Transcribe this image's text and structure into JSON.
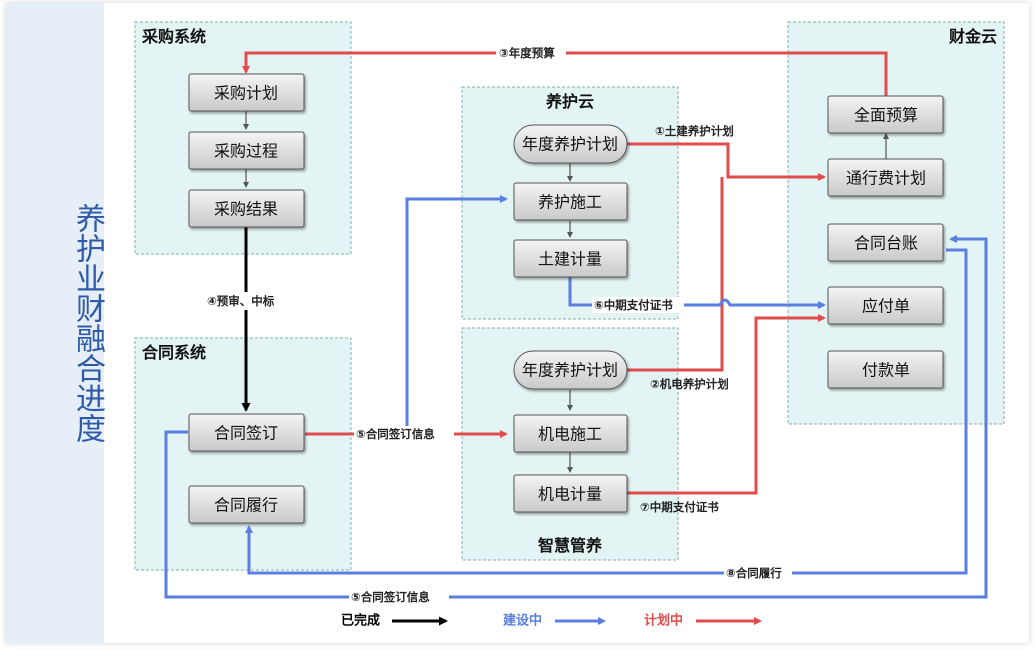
{
  "side_title": "养护业财融合进度",
  "groups": {
    "procurement": "采购系统",
    "contract": "合同系统",
    "maintenance_cloud": "养护云",
    "smart_maintenance": "智慧管养",
    "finance_cloud": "财金云"
  },
  "boxes": {
    "plan": "采购计划",
    "process": "采购过程",
    "result": "采购结果",
    "sign": "合同签订",
    "perform": "合同履行",
    "annual_plan_1": "年度养护计划",
    "construction": "养护施工",
    "civil_measure": "土建计量",
    "annual_plan_2": "年度养护计划",
    "mech_construction": "机电施工",
    "mech_measure": "机电计量",
    "budget": "全面预算",
    "toll_plan": "通行费计划",
    "ledger": "合同台账",
    "payable": "应付单",
    "payment": "付款单"
  },
  "flows": {
    "f1": "①土建养护计划",
    "f2": "②机电养护计划",
    "f3": "③年度预算",
    "f4": "④预审、中标",
    "f5a": "⑤合同签订信息",
    "f5b": "⑤合同签订信息",
    "f6": "⑥中期支付证书",
    "f7": "⑦中期支付证书",
    "f8": "⑧合同履行"
  },
  "legend": {
    "done": "已完成",
    "building": "建设中",
    "planning": "计划中"
  },
  "colors": {
    "done": "#000000",
    "building": "#5b7fe0",
    "planning": "#e04b4b",
    "side_text": "#2f5aa8",
    "group_fill": "#e3f4f4"
  }
}
